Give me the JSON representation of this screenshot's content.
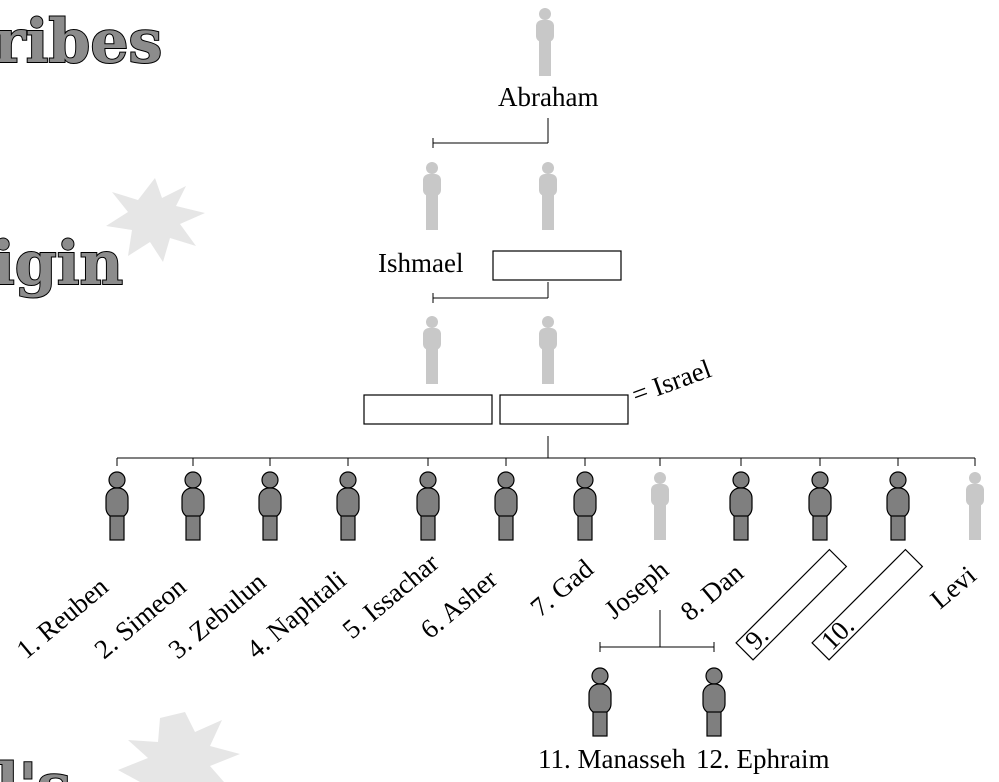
{
  "heading_fragments": {
    "title": "ribes",
    "origin": "igin",
    "bottom": "l's"
  },
  "diagram": {
    "root": "Abraham",
    "gen2_left": "Ishmael",
    "gen2_right_blank": "",
    "gen3_left_blank": "",
    "gen3_right_blank": "",
    "gen3_right_note": "= Israel",
    "tribes": [
      "1. Reuben",
      "2. Simeon",
      "3. Zebulun",
      "4. Naphtali",
      "5. Issachar",
      "6. Asher",
      "7. Gad",
      "Joseph",
      "8. Dan",
      "9.",
      "10.",
      "Levi"
    ],
    "joseph_sons": [
      "11.  Manasseh",
      "12. Ephraim"
    ]
  },
  "colors": {
    "figure_light": "#c8c8c8",
    "figure_dark": "#7f7f7f",
    "line": "#000000",
    "burst": "#e6e6e6"
  }
}
